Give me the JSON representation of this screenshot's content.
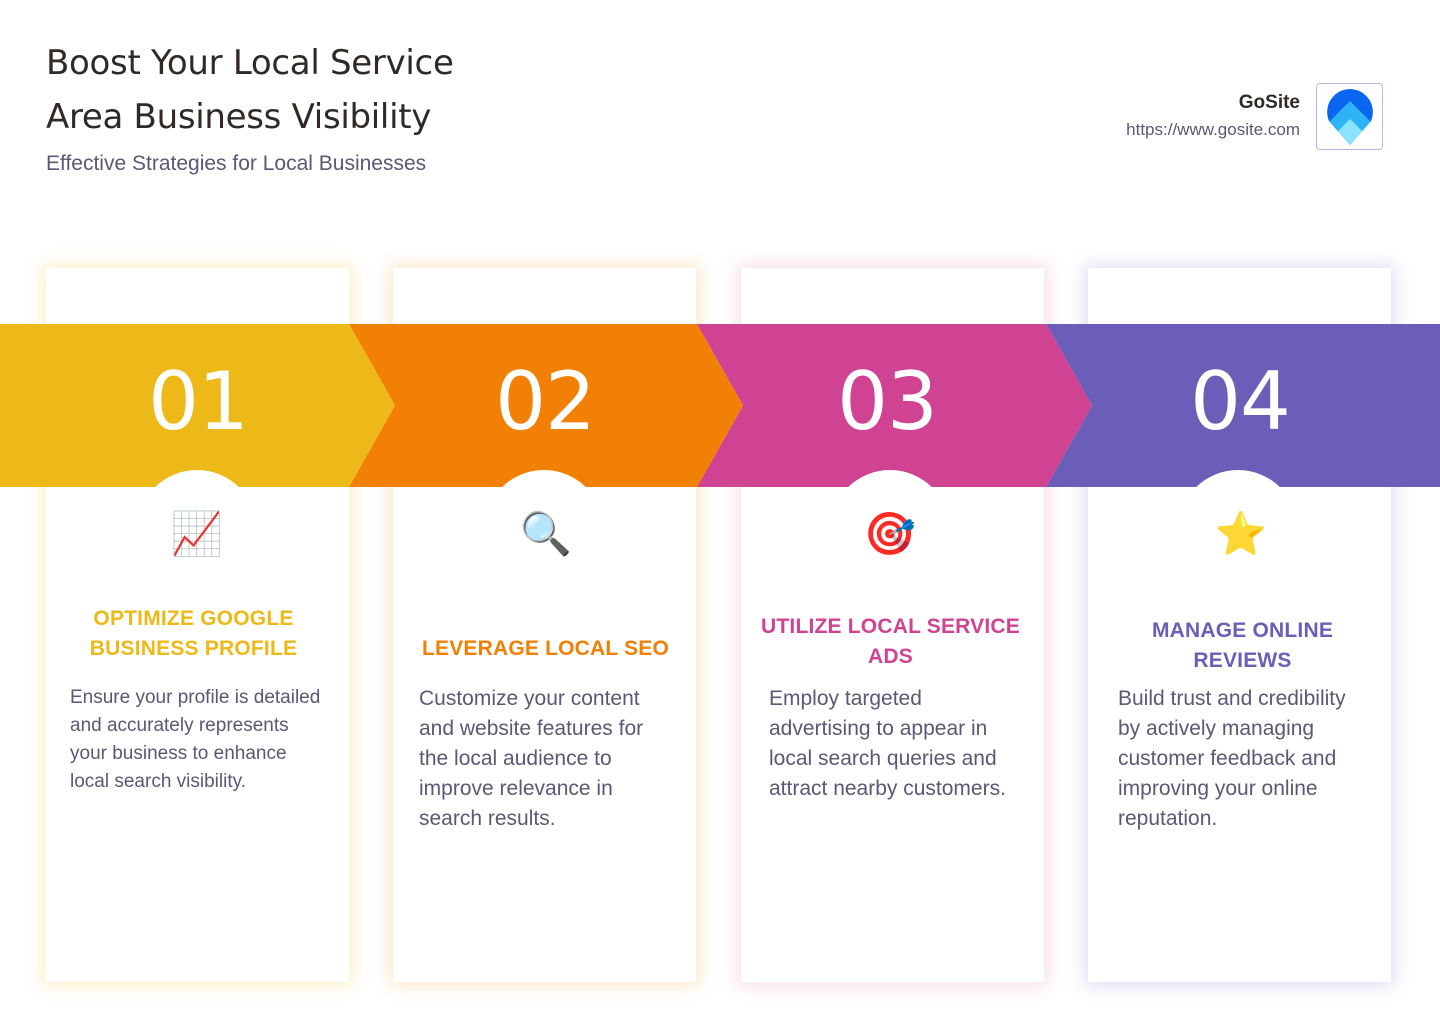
{
  "header": {
    "title": "Boost Your Local Service Area Business Visibility",
    "subtitle": "Effective Strategies for Local Businesses"
  },
  "brand": {
    "name": "GoSite",
    "url": "https://www.gosite.com",
    "logo_icon": "gosite-pin-logo"
  },
  "colors": {
    "step1": "#ECB918",
    "step2": "#F28004",
    "step3": "#D04292",
    "step4": "#6B5EB9",
    "body_text": "#5A5873",
    "title_text": "#2F2A26"
  },
  "steps": [
    {
      "number": "01",
      "icon": "chart-increasing-icon",
      "icon_glyph": "📈",
      "title": "OPTIMIZE GOOGLE BUSINESS PROFILE",
      "description": "Ensure your profile is detailed and accurately represents your business to enhance local search visibility."
    },
    {
      "number": "02",
      "icon": "magnifying-glass-icon",
      "icon_glyph": "🔍",
      "title": "LEVERAGE LOCAL SEO",
      "description": "Customize your content and website features for the local audience to improve relevance in search results."
    },
    {
      "number": "03",
      "icon": "direct-hit-target-icon",
      "icon_glyph": "🎯",
      "title": "UTILIZE LOCAL SERVICE ADS",
      "description": "Employ targeted advertising to appear in local search queries and attract nearby customers."
    },
    {
      "number": "04",
      "icon": "star-icon",
      "icon_glyph": "⭐",
      "title": "MANAGE ONLINE REVIEWS",
      "description": "Build trust and credibility by actively managing customer feedback and improving your online reputation."
    }
  ]
}
